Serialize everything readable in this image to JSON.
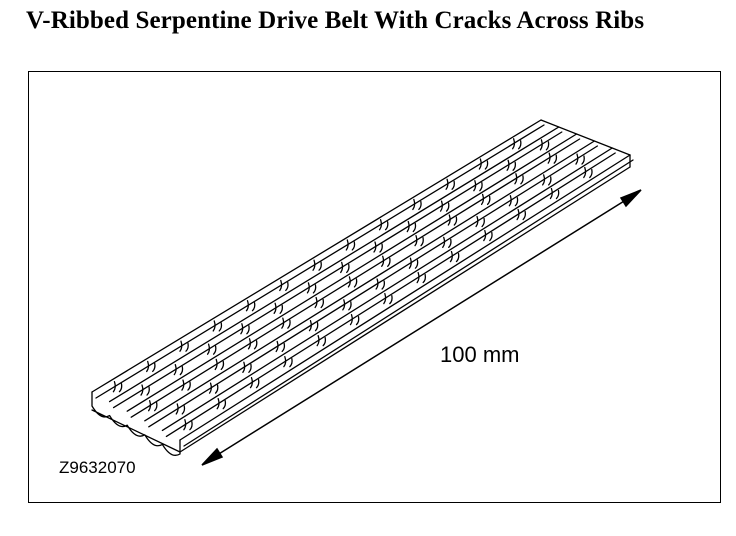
{
  "figure": {
    "title": "V-Ribbed Serpentine Drive Belt With Cracks Across Ribs",
    "dimension_label": "100 mm",
    "figure_id": "Z9632070"
  },
  "belt": {
    "rib_count": 5,
    "cracks_per_rib": 13
  }
}
